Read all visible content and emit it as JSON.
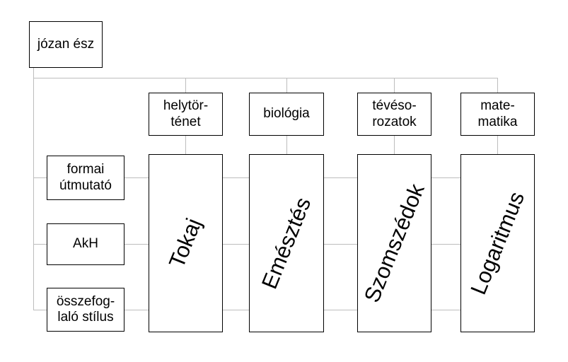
{
  "diagram": {
    "root_label": "józan ész",
    "headers": [
      "helytör-\nténet",
      "biológia",
      "tévéso-\nrozatok",
      "mate-\nmatika"
    ],
    "row_labels": [
      "formai\nútmutató",
      "AkH",
      "összefog-\nlaló stílus"
    ],
    "column_labels": [
      "Tokaj",
      "Emésztés",
      "Szomszédok",
      "Logaritmus"
    ],
    "colors": {
      "border": "#000000",
      "connector_line": "#bdbdbd",
      "background": "#ffffff",
      "text": "#000000"
    }
  }
}
